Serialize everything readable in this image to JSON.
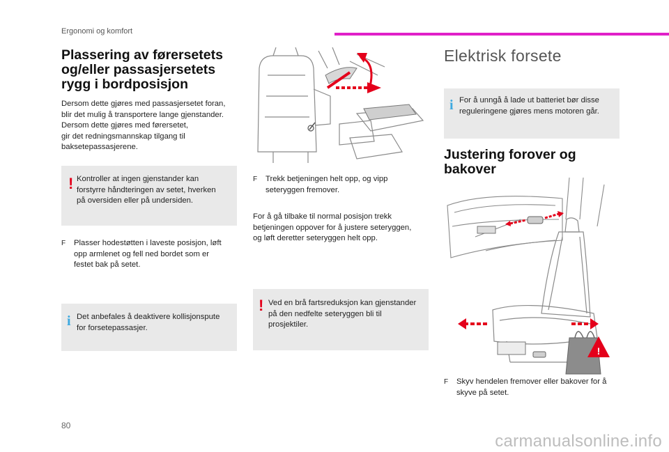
{
  "header": {
    "section": "Ergonomi og komfort"
  },
  "left": {
    "title_lines": [
      "Plassering av førersetets",
      "og/eller passasjersetets",
      "rygg i bordposisjon"
    ],
    "intro_lines": [
      "Dersom dette gjøres med passasjersetet foran,",
      "blir det mulig å transportere lange gjenstander.",
      "Dersom dette gjøres med førersetet,",
      "gir det redningsmannskap tilgang til",
      "baksetepassasjerene."
    ],
    "warning_lines": [
      "Kontroller at ingen gjenstander kan",
      "forstyrre håndteringen av setet, hverken",
      "på oversiden eller på undersiden."
    ],
    "bullet_lines": [
      "Plasser hodestøtten i laveste posisjon, løft",
      "opp armlenet og fell ned bordet som er",
      "festet bak på setet."
    ],
    "info_lines": [
      "Det anbefales å deaktivere kollisjonspute",
      "for forsetepassasjer."
    ]
  },
  "middle": {
    "bullet_lines": [
      "Trekk betjeningen helt opp, og vipp",
      "seteryggen fremover."
    ],
    "para_lines": [
      "For å gå tilbake til normal posisjon trekk",
      "betjeningen oppover for å justere seteryggen,",
      "og løft deretter seteryggen helt opp."
    ],
    "warning_lines": [
      "Ved en brå fartsreduksjon kan gjenstander",
      "på den nedfelte seteryggen bli til",
      "prosjektiler."
    ]
  },
  "right": {
    "title": "Elektrisk forsete",
    "info_lines": [
      "For å unngå å lade ut batteriet bør disse",
      "reguleringene gjøres mens motoren går."
    ],
    "subtitle_lines": [
      "Justering forover og",
      "bakover"
    ],
    "bullet_lines": [
      "Skyv hendelen fremover eller bakover for å",
      "skyve på setet."
    ]
  },
  "symbols": {
    "warning": "!",
    "info": "i",
    "bullet": "F"
  },
  "colors": {
    "accent_pink": "#e020c8",
    "warning_red": "#e4001b",
    "info_blue": "#3da9e0",
    "box_grey": "#e9e9e9"
  },
  "footer": {
    "page_number": "80",
    "watermark": "carmanualsonline.info"
  }
}
